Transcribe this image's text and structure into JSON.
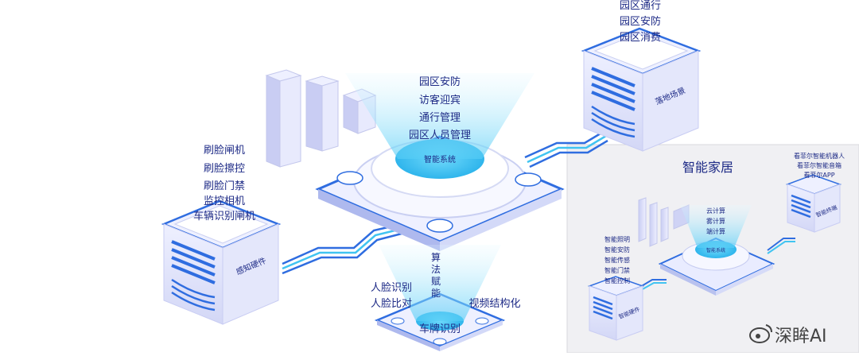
{
  "main": {
    "left_items": [
      "刷脸闸机",
      "刷脸擦控",
      "刷脸门禁",
      "监控相机",
      "车辆识别闸机"
    ],
    "left_server_label": "感知硬件",
    "top_items": [
      "园区安防",
      "访客迎宾",
      "通行管理",
      "园区人员管理"
    ],
    "core_label": "智能系统",
    "right_items": [
      "园区通行",
      "园区安防",
      "园区消费"
    ],
    "right_server_label": "落地场景",
    "algo_chars": [
      "算",
      "法",
      "赋",
      "能"
    ],
    "algo_items_left": [
      "人脸识别",
      "人脸比对"
    ],
    "algo_item_right": "视频结构化",
    "algo_item_bottom": "车牌识别"
  },
  "inset": {
    "title": "智能家居",
    "top_right_items": [
      "看菲尔智能机器人",
      "看菲尔智能音箱",
      "看菲尔APP"
    ],
    "right_server_label": "智能终端",
    "mid_items": [
      "云计算",
      "雾计算",
      "端计算"
    ],
    "core_label": "智能系统",
    "left_items": [
      "智能照明",
      "智能安防",
      "智能传感",
      "智能门禁",
      "智能控制"
    ],
    "left_server_label": "智能硬件"
  },
  "watermark": {
    "text": "深眸AI"
  },
  "colors": {
    "navy": "#1d2a86",
    "blue": "#2f6de0",
    "cyan": "#41c4f1",
    "beam": "#8fe3fb",
    "inset_bg": "#f0f0f3"
  }
}
